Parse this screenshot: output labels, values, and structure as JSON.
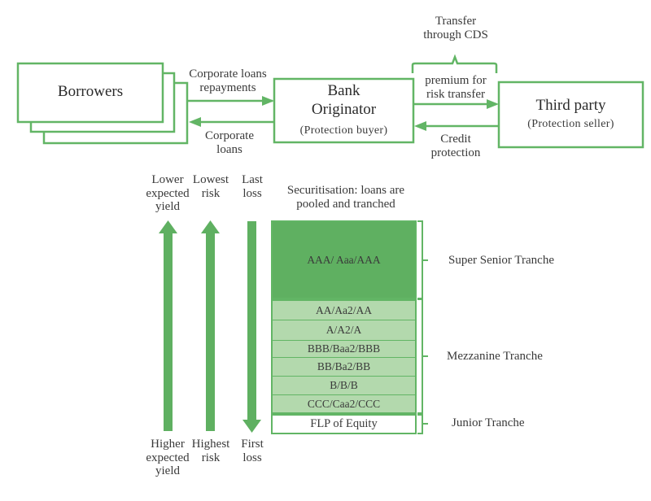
{
  "colors": {
    "line_green": "#62b565",
    "super_senior_fill": "#5fb061",
    "mezzanine_fill": "#b3d9ad",
    "junior_fill": "#ffffff"
  },
  "top_flow": {
    "borrowers": {
      "title": "Borrowers"
    },
    "bank": {
      "title": "Bank\nOriginator",
      "subtitle": "(Protection buyer)"
    },
    "third_party": {
      "title": "Third party",
      "subtitle": "(Protection seller)"
    },
    "arrow_repayments": "Corporate loans\nrepayments",
    "arrow_loans": "Corporate\nloans",
    "arrow_premium": "premium for\nrisk transfer",
    "arrow_credit": "Credit\nprotection",
    "cds_bracket_label": "Transfer\nthrough CDS"
  },
  "axes": [
    {
      "top": "Lower\nexpected\nyield",
      "bottom": "Higher\nexpected\nyield",
      "direction": "up"
    },
    {
      "top": "Lowest\nrisk",
      "bottom": "Highest\nrisk",
      "direction": "up"
    },
    {
      "top": "Last\nloss",
      "bottom": "First\nloss",
      "direction": "down"
    }
  ],
  "securitisation": {
    "title": "Securitisation: loans are\npooled and tranched",
    "tranches": [
      {
        "rating": "AAA/ Aaa/AAA",
        "group": "super_senior"
      },
      {
        "rating": "AA/Aa2/AA",
        "group": "mezzanine"
      },
      {
        "rating": "A/A2/A",
        "group": "mezzanine"
      },
      {
        "rating": "BBB/Baa2/BBB",
        "group": "mezzanine"
      },
      {
        "rating": "BB/Ba2/BB",
        "group": "mezzanine"
      },
      {
        "rating": "B/B/B",
        "group": "mezzanine"
      },
      {
        "rating": "CCC/Caa2/CCC",
        "group": "mezzanine"
      },
      {
        "rating": "FLP of Equity",
        "group": "junior"
      }
    ],
    "groups": {
      "super_senior": "Super Senior Tranche",
      "mezzanine": "Mezzanine Tranche",
      "junior": "Junior Tranche"
    }
  }
}
